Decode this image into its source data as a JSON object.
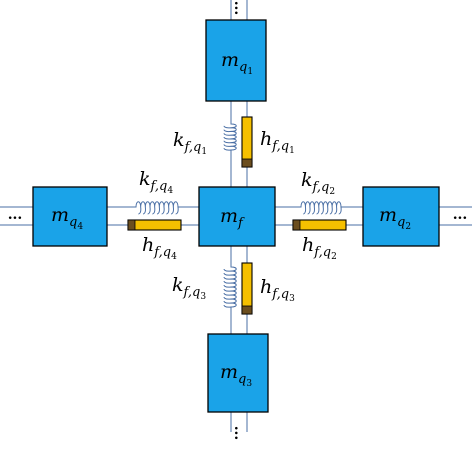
{
  "colors": {
    "mass_fill": "#1aa3e8",
    "damper_fill": "#f5c000",
    "line": "#4a6fa5"
  },
  "masses": {
    "center": {
      "base": "m",
      "sub": "f",
      "subsub": ""
    },
    "top": {
      "base": "m",
      "sub": "q",
      "subsub": "1"
    },
    "right": {
      "base": "m",
      "sub": "q",
      "subsub": "2"
    },
    "bottom": {
      "base": "m",
      "sub": "q",
      "subsub": "3"
    },
    "left": {
      "base": "m",
      "sub": "q",
      "subsub": "4"
    }
  },
  "springs": {
    "top": {
      "base": "k",
      "sub": "f,q",
      "subsub": "1"
    },
    "right": {
      "base": "k",
      "sub": "f,q",
      "subsub": "2"
    },
    "bottom": {
      "base": "k",
      "sub": "f,q",
      "subsub": "3"
    },
    "left": {
      "base": "k",
      "sub": "f,q",
      "subsub": "4"
    }
  },
  "dampers": {
    "top": {
      "base": "h",
      "sub": "f,q",
      "subsub": "1"
    },
    "right": {
      "base": "h",
      "sub": "f,q",
      "subsub": "2"
    },
    "bottom": {
      "base": "h",
      "sub": "f,q",
      "subsub": "3"
    },
    "left": {
      "base": "h",
      "sub": "f,q",
      "subsub": "4"
    }
  },
  "continuation": "..."
}
